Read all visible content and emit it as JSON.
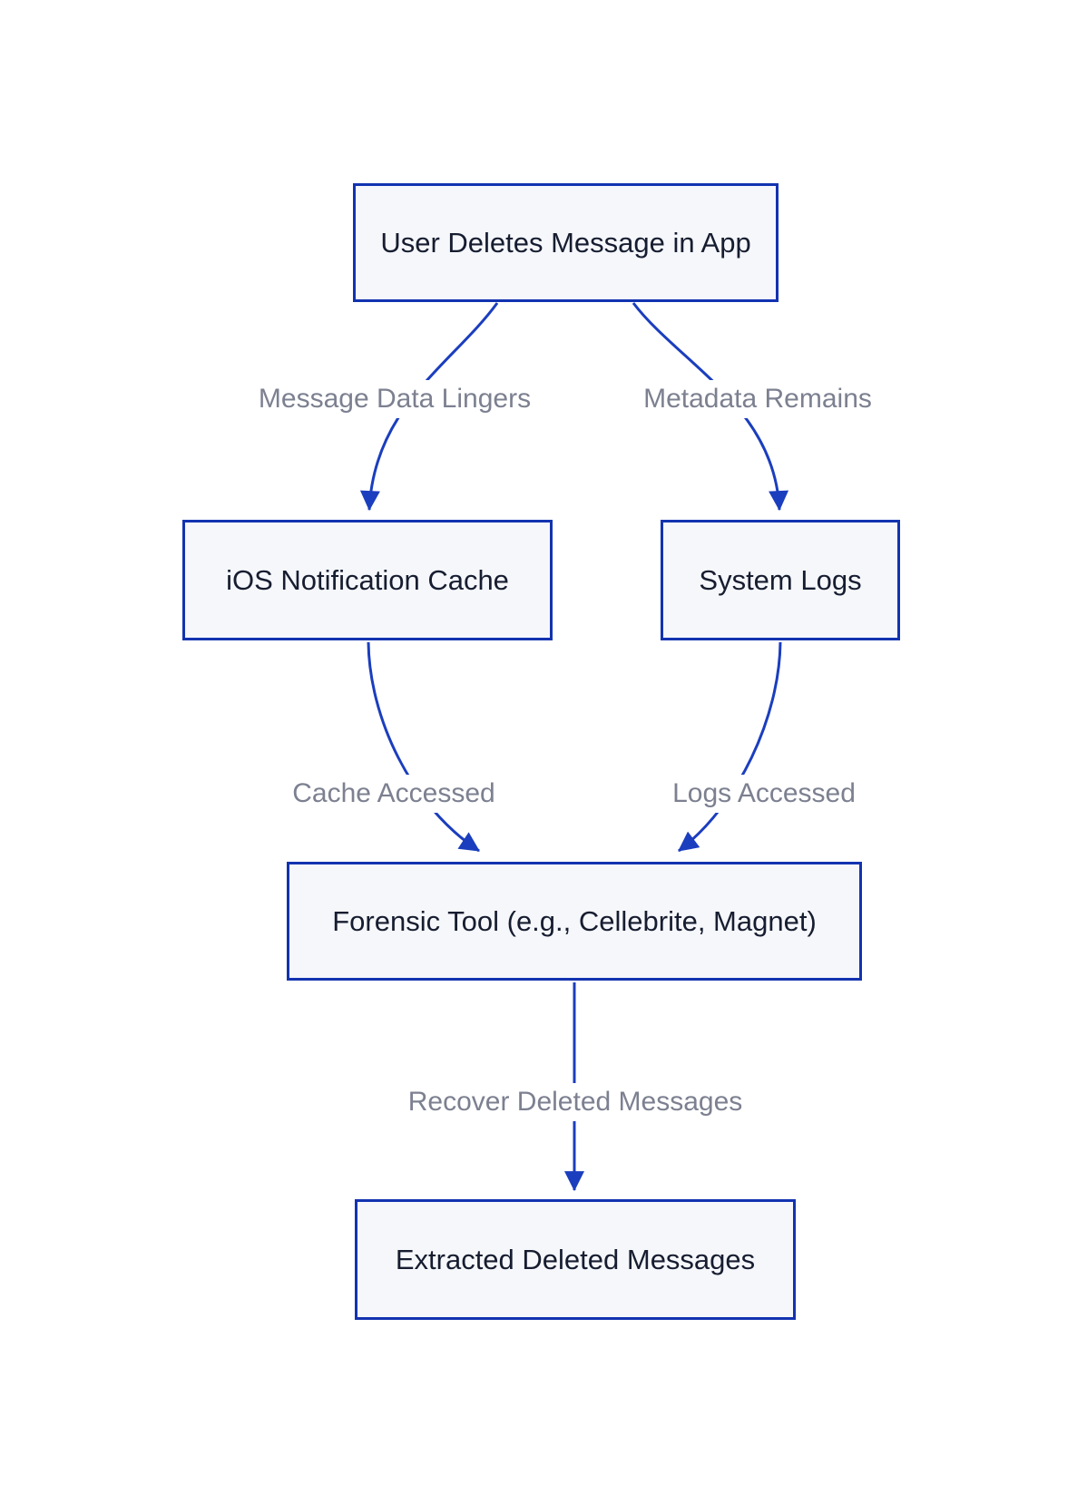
{
  "diagram": {
    "type": "flowchart",
    "direction": "top-down",
    "colors": {
      "background": "#ffffff",
      "node_fill": "#f5f7fb",
      "node_border_color": "#1233b0",
      "node_text_color": "#171d30",
      "edge_color": "#1b3ebe",
      "edge_label_color": "#7c8090"
    },
    "nodes": [
      {
        "id": "user-deletes",
        "label": "User Deletes Message in App"
      },
      {
        "id": "notification-cache",
        "label": "iOS Notification Cache"
      },
      {
        "id": "system-logs",
        "label": "System Logs"
      },
      {
        "id": "forensic-tool",
        "label": "Forensic Tool (e.g., Cellebrite, Magnet)"
      },
      {
        "id": "extracted",
        "label": "Extracted Deleted Messages"
      }
    ],
    "edges": [
      {
        "from": "user-deletes",
        "to": "notification-cache",
        "label": "Message Data Lingers"
      },
      {
        "from": "user-deletes",
        "to": "system-logs",
        "label": "Metadata Remains"
      },
      {
        "from": "notification-cache",
        "to": "forensic-tool",
        "label": "Cache Accessed"
      },
      {
        "from": "system-logs",
        "to": "forensic-tool",
        "label": "Logs Accessed"
      },
      {
        "from": "forensic-tool",
        "to": "extracted",
        "label": "Recover Deleted Messages"
      }
    ]
  }
}
